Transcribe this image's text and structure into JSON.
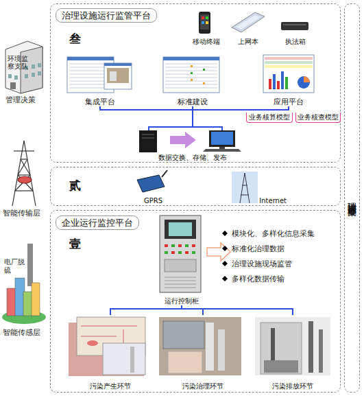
{
  "diagram": {
    "nodes": [
      {
        "text": [
          "治理设施运行监管平台",
          "叁"
        ]
      },
      {
        "text": [
          "移动终端"
        ],
        "in": 0
      },
      {
        "text": [
          "上网本"
        ],
        "in": 0
      },
      {
        "text": [
          "执法箱"
        ],
        "in": 0
      },
      {
        "text": [
          "集成平台"
        ],
        "in": 0
      },
      {
        "text": [
          "标准建设"
        ],
        "in": 0
      },
      {
        "text": [
          "应用平台"
        ],
        "in": 0
      },
      {
        "text": [
          "业务核算模型"
        ],
        "in": 0
      },
      {
        "text": [
          "业务核查模型"
        ],
        "in": 0
      },
      {
        "text": [
          "数据交换、存储、发布"
        ],
        "in": 0
      },
      {
        "text": [
          "贰"
        ]
      },
      {
        "text": [
          "GPRS"
        ],
        "in": 10
      },
      {
        "text": [
          "Internet"
        ],
        "in": 10
      },
      {
        "text": [
          "企业运行监控平台",
          "壹"
        ]
      },
      {
        "text": [
          "运行控制柜"
        ],
        "in": 13
      },
      {
        "text": [
          "污染产生环节"
        ],
        "in": 13
      },
      {
        "text": [
          "污染治理环节"
        ],
        "in": 13
      },
      {
        "text": [
          "污染排放环节"
        ],
        "in": 13
      },
      {
        "text": [
          "治理设施运行标准集"
        ]
      }
    ],
    "edges": [
      {
        "from": 4,
        "to": 9,
        "arrow": "none"
      },
      {
        "from": 5,
        "to": 9,
        "arrow": "none"
      },
      {
        "from": 6,
        "to": 9,
        "arrow": "none"
      },
      {
        "from": 14,
        "to": 15,
        "arrow": "none"
      },
      {
        "from": 14,
        "to": 16,
        "arrow": "none"
      },
      {
        "from": 14,
        "to": 17,
        "arrow": "none"
      }
    ],
    "labels": [
      "环境监察支队",
      "管理决策",
      "智能传输层",
      "电厂脱硫",
      "智能传感层",
      "模块化、多样化信息采集",
      "标准化治理数据",
      "治理设施现场监管",
      "多样化数据传输"
    ]
  }
}
